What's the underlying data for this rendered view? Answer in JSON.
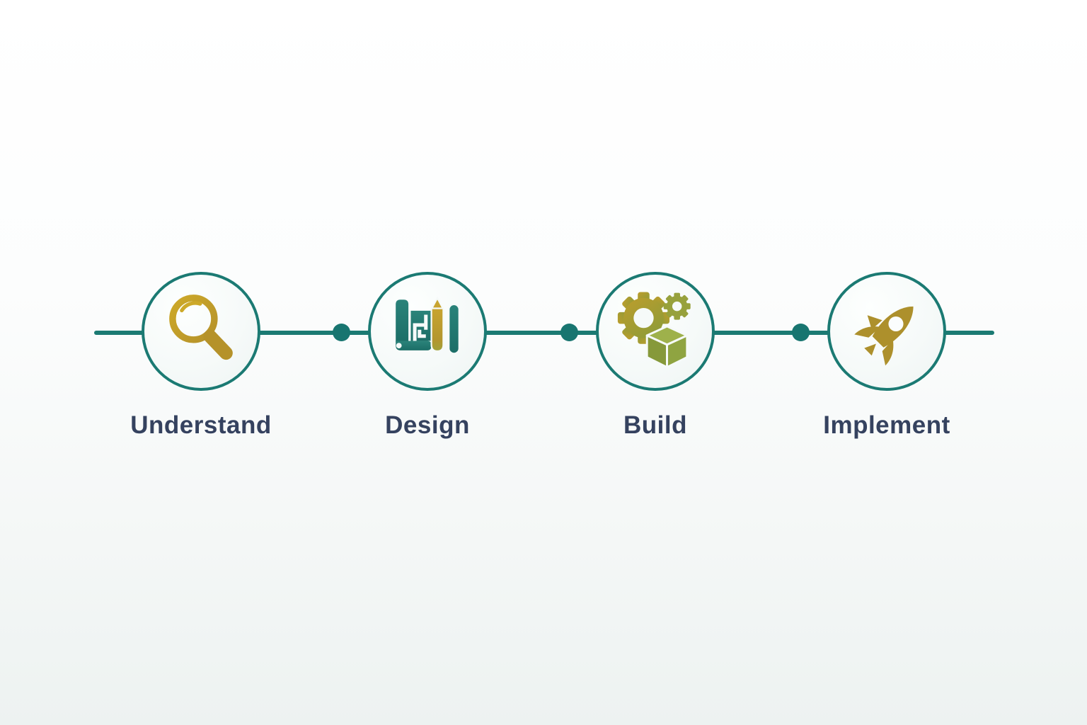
{
  "diagram": {
    "type": "process-timeline",
    "colors": {
      "connector_teal": "#1b7a73",
      "dot_teal": "#187570",
      "icon_teal": "#22756e",
      "icon_gold": "#c1a02e",
      "icon_olive": "#93a03c",
      "label_text": "#35425f",
      "background_top": "#ffffff",
      "background_bottom": "#edf2f1"
    },
    "steps": [
      {
        "label": "Understand",
        "icon": "magnifier-icon"
      },
      {
        "label": "Design",
        "icon": "blueprint-pencil-icon"
      },
      {
        "label": "Build",
        "icon": "gears-cube-icon"
      },
      {
        "label": "Implement",
        "icon": "rocket-icon"
      }
    ]
  }
}
